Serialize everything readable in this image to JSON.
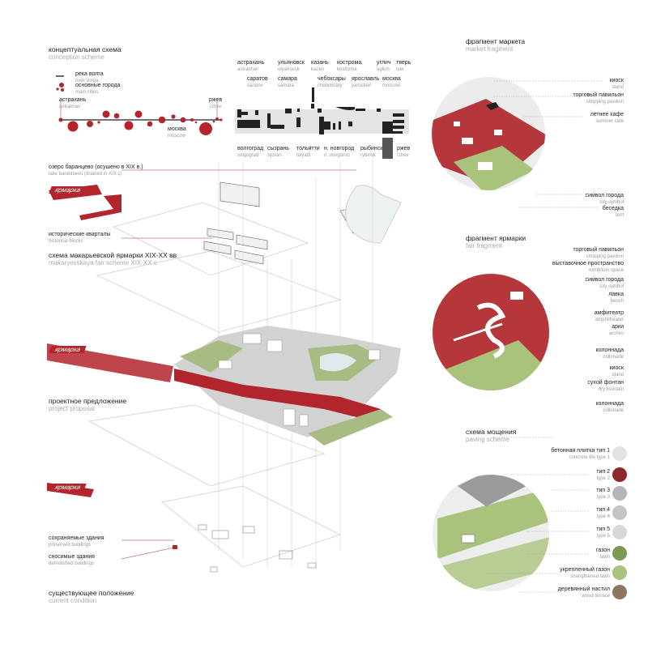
{
  "concept": {
    "title_ru": "концептуальная схема",
    "title_en": "conception scheme",
    "legend": [
      {
        "ru": "река волга",
        "en": "river Volga"
      },
      {
        "ru": "основные города",
        "en": "main cities"
      }
    ],
    "start": {
      "ru": "астрахань",
      "en": "astrakhan"
    },
    "end": {
      "ru": "ржев",
      "en": "rzhev"
    },
    "moscow": {
      "ru": "москва",
      "en": "moscow"
    }
  },
  "cities_top": [
    {
      "ru": "астрахань",
      "en": "astrakhan"
    },
    {
      "ru": "саратов",
      "en": "saratov"
    },
    {
      "ru": "ульяновск",
      "en": "ulyanovsk"
    },
    {
      "ru": "самара",
      "en": "samara"
    },
    {
      "ru": "казань",
      "en": "kazan"
    },
    {
      "ru": "чебоксары",
      "en": "cheboksary"
    },
    {
      "ru": "кострома",
      "en": "kostroma"
    },
    {
      "ru": "ярославль",
      "en": "yaroslavl"
    },
    {
      "ru": "углич",
      "en": "uglich"
    },
    {
      "ru": "москва",
      "en": "moscow"
    },
    {
      "ru": "тверь",
      "en": "tver"
    }
  ],
  "cities_bottom": [
    {
      "ru": "волгоград",
      "en": "volgograd"
    },
    {
      "ru": "сызрань",
      "en": "syzran"
    },
    {
      "ru": "тольятти",
      "en": "tolyatti"
    },
    {
      "ru": "н. новгород",
      "en": "n. novgorod"
    },
    {
      "ru": "рыбинск",
      "en": "rybinsk"
    },
    {
      "ru": "ржев",
      "en": "rzhev"
    }
  ],
  "left": {
    "lake": {
      "ru": "озеро баранцево (осушено в XIX в.)",
      "en": "lake barantsevo (drained in XIX c)"
    },
    "yarmarka": "ярмарка",
    "blocks": {
      "ru": "исторические кварталы",
      "en": "historical blocks"
    },
    "fair_scheme": {
      "ru": "схема макарьевской ярмарки XIX-XX вв",
      "en": "makaryevskaya fair scheme XIX-XX c"
    },
    "proposal": {
      "ru": "проектное предложение",
      "en": "project proposal"
    },
    "preserved": {
      "ru": "сохраняемые здания",
      "en": "preserved buildings"
    },
    "demolished": {
      "ru": "сносимые здания",
      "en": "demolished buildings"
    },
    "current": {
      "ru": "существующее положение",
      "en": "current condition"
    }
  },
  "market": {
    "title_ru": "фрагмент маркета",
    "title_en": "market fragment",
    "labels": [
      {
        "ru": "киоск",
        "en": "stand"
      },
      {
        "ru": "торговый павильон",
        "en": "shopping pavilion"
      },
      {
        "ru": "летнее кафе",
        "en": "summer cafe"
      },
      {
        "ru": "символ города",
        "en": "city symbol"
      },
      {
        "ru": "беседка",
        "en": "tent"
      }
    ]
  },
  "fair": {
    "title_ru": "фрагмент ярмарки",
    "title_en": "fair fragment",
    "labels": [
      {
        "ru": "торговый павильон",
        "en": "shopping pavilion"
      },
      {
        "ru": "выставочное пространство",
        "en": "exhibition space"
      },
      {
        "ru": "символ города",
        "en": "city symbol"
      },
      {
        "ru": "лавка",
        "en": "bench"
      },
      {
        "ru": "амфитеатр",
        "en": "amphitheater"
      },
      {
        "ru": "арки",
        "en": "arches"
      },
      {
        "ru": "колоннада",
        "en": "collonade"
      },
      {
        "ru": "киоск",
        "en": "stand"
      },
      {
        "ru": "сухой фонтан",
        "en": "dry fountain"
      },
      {
        "ru": "колоннада",
        "en": "collonade"
      }
    ]
  },
  "paving": {
    "title_ru": "схема мощения",
    "title_en": "paving scheme",
    "items": [
      {
        "ru": "бетонная плитка тип 1",
        "en": "concrete tile type 1",
        "color": "#e2e2e2"
      },
      {
        "ru": "тип 2",
        "en": "type 2",
        "color": "#8e2a2e"
      },
      {
        "ru": "тип 3",
        "en": "type 3",
        "color": "#b5b5b5"
      },
      {
        "ru": "тип 4",
        "en": "type 4",
        "color": "#c4c4c4"
      },
      {
        "ru": "тип 5",
        "en": "type 5",
        "color": "#d8d8d8"
      },
      {
        "ru": "газон",
        "en": "lawn",
        "color": "#7d9a55"
      },
      {
        "ru": "укрепленный газон",
        "en": "strengthened lawn",
        "color": "#a9c27c"
      },
      {
        "ru": "деревянный настил",
        "en": "wood terrace",
        "color": "#8d7560"
      }
    ]
  },
  "colors": {
    "accent": "#b2252c",
    "dark": "#222222",
    "grey": "#e6e6e6",
    "green": "#9cb47a"
  }
}
